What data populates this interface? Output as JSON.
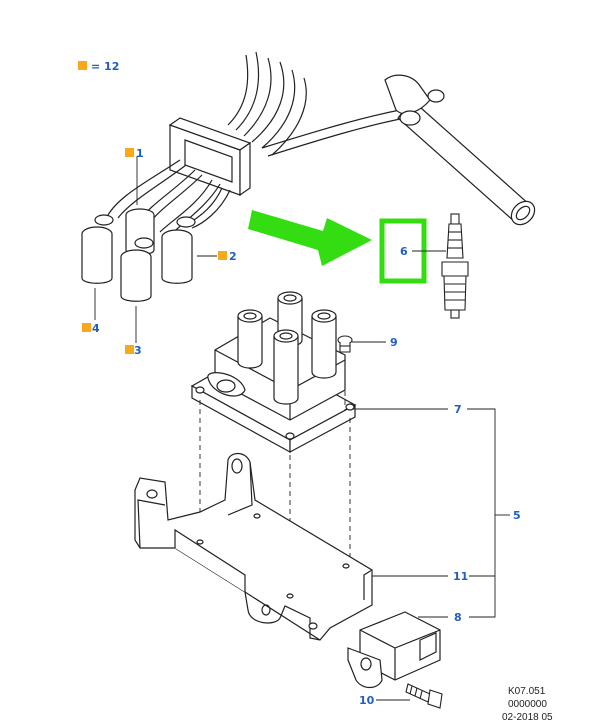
{
  "colors": {
    "callout": "#1f5fbf",
    "marker": "#f7a81b",
    "highlight": "#33dd11",
    "line": "#222222"
  },
  "legend": {
    "text": "= 12"
  },
  "callouts": {
    "c1": "1",
    "c2": "2",
    "c3": "3",
    "c4": "4",
    "c5": "5",
    "c6": "6",
    "c7": "7",
    "c8": "8",
    "c9": "9",
    "c10": "10",
    "c11": "11"
  },
  "reference": {
    "code": "K07.051",
    "number": "0000000",
    "date": "02-2018 05"
  }
}
